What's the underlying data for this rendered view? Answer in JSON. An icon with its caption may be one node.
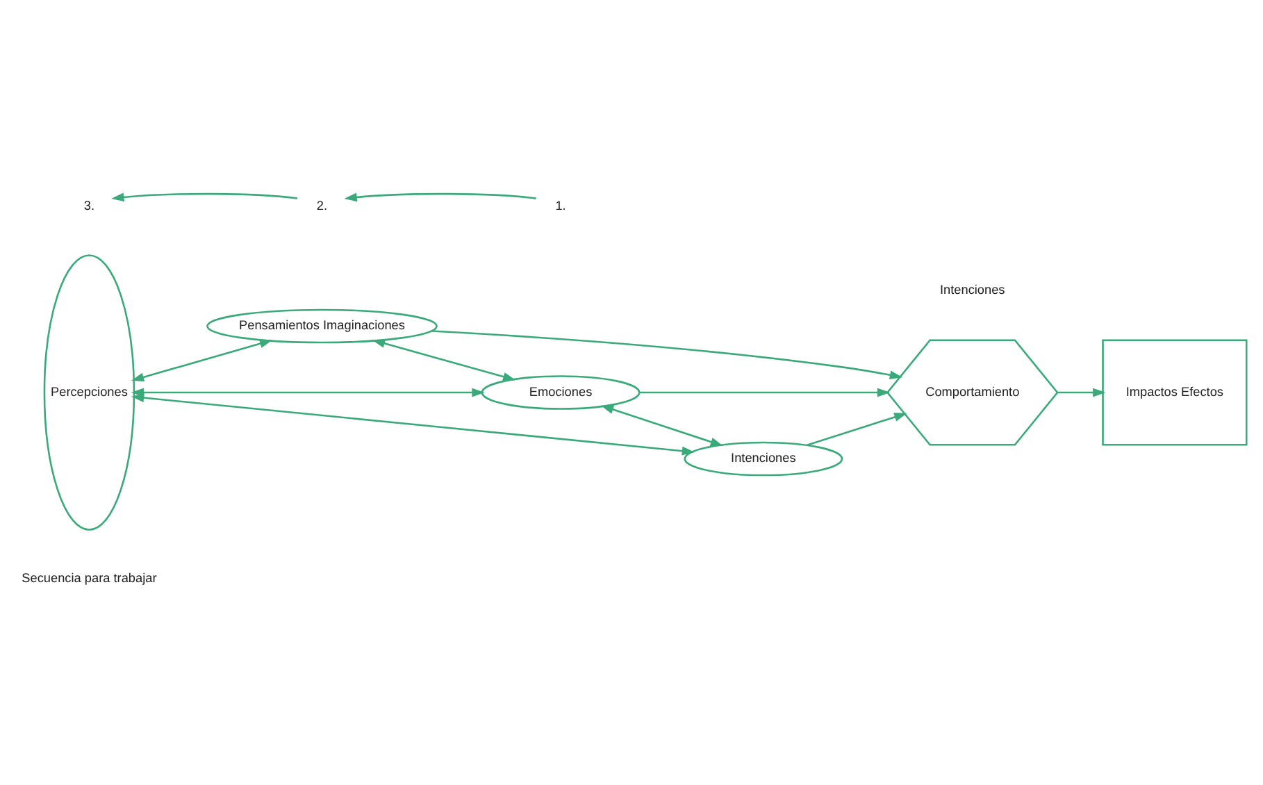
{
  "diagram": {
    "nodes": [
      {
        "text": [
          "Percepciones"
        ]
      },
      {
        "text": [
          "Pensamientos Imaginaciones"
        ]
      },
      {
        "text": [
          "Emociones"
        ]
      },
      {
        "text": [
          "Intenciones"
        ]
      },
      {
        "text": [
          "Comportamiento"
        ]
      },
      {
        "text": [
          "Impactos Efectos"
        ]
      },
      {
        "text": [
          "3."
        ]
      },
      {
        "text": [
          "2."
        ]
      },
      {
        "text": [
          "1."
        ]
      }
    ],
    "edges": [
      {
        "from": 0,
        "to": 1,
        "arrow": "both"
      },
      {
        "from": 0,
        "to": 2,
        "arrow": "both"
      },
      {
        "from": 0,
        "to": 3,
        "arrow": "both"
      },
      {
        "from": 1,
        "to": 2,
        "arrow": "both"
      },
      {
        "from": 2,
        "to": 3,
        "arrow": "both"
      },
      {
        "from": 1,
        "to": 4,
        "arrow": "to"
      },
      {
        "from": 2,
        "to": 4,
        "arrow": "to"
      },
      {
        "from": 3,
        "to": 4,
        "arrow": "to"
      },
      {
        "from": 4,
        "to": 5,
        "arrow": "to"
      },
      {
        "from": 8,
        "to": 7,
        "arrow": "to"
      },
      {
        "from": 7,
        "to": 6,
        "arrow": "to"
      }
    ],
    "labels": [
      "Intenciones",
      "Secuencia para trabajar"
    ]
  }
}
